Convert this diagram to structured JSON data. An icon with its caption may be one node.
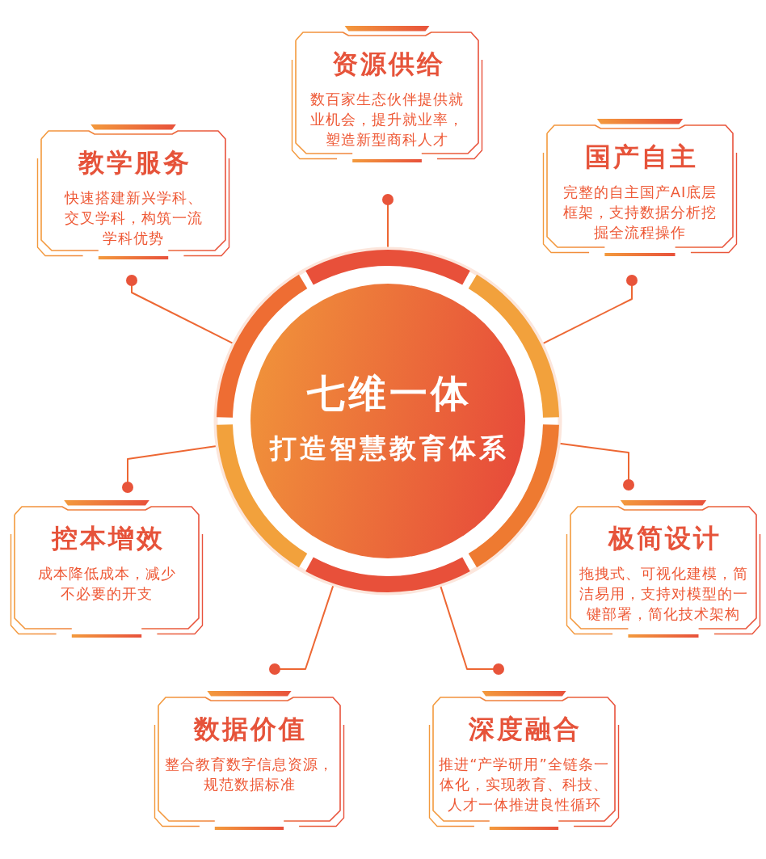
{
  "diagram": {
    "nodes": [
      {
        "text": [
          "七维一体",
          "打造智慧教育体系"
        ]
      },
      {
        "text": [
          "资源供给",
          "数百家生态伙伴提供就业机会，提升就业率，塑造新型商科人才"
        ]
      },
      {
        "text": [
          "教学服务",
          "快速搭建新兴学科、交叉学科，构筑一流学科优势"
        ]
      },
      {
        "text": [
          "国产自主",
          "完整的自主国产AI底层框架，支持数据分析挖掘全流程操作"
        ]
      },
      {
        "text": [
          "控本增效",
          "成本降低成本，减少不必要的开支"
        ]
      },
      {
        "text": [
          "极简设计",
          "拖拽式、可视化建模，简洁易用，支持对模型的一键部署，简化技术架构"
        ]
      },
      {
        "text": [
          "数据价值",
          "整合教育数字信息资源，规范数据标准"
        ]
      },
      {
        "text": [
          "深度融合",
          "推进“产学研用”全链条一体化，实现教育、科技、人才一体推进良性循环"
        ]
      }
    ],
    "edges": [
      {
        "from": 0,
        "to": 1,
        "arrow": "other"
      },
      {
        "from": 0,
        "to": 2,
        "arrow": "other"
      },
      {
        "from": 0,
        "to": 3,
        "arrow": "other"
      },
      {
        "from": 0,
        "to": 4,
        "arrow": "other"
      },
      {
        "from": 0,
        "to": 5,
        "arrow": "other"
      },
      {
        "from": 0,
        "to": 6,
        "arrow": "other"
      },
      {
        "from": 0,
        "to": 7,
        "arrow": "other"
      }
    ]
  }
}
